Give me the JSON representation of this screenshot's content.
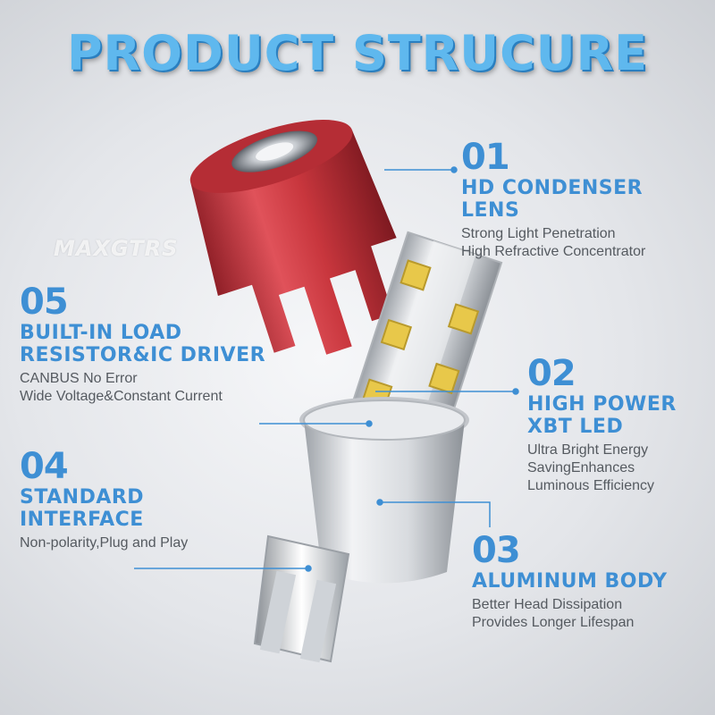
{
  "title": "PRODUCT STRUCURE",
  "watermark": "MAXGTRS",
  "features": [
    {
      "number": "01",
      "title": "HD CONDENSER\nLENS",
      "description": "Strong Light Penetration\nHigh Refractive Concentrator"
    },
    {
      "number": "02",
      "title": "HIGH POWER\nXBT LED",
      "description": "Ultra Bright Energy\nSavingEnhances\nLuminous Efficiency"
    },
    {
      "number": "03",
      "title": "ALUMINUM BODY",
      "description": "Better Head Dissipation\nProvides Longer Lifespan"
    },
    {
      "number": "04",
      "title": "STANDARD\nINTERFACE",
      "description": "Non-polarity,Plug and Play"
    },
    {
      "number": "05",
      "title": "BUILT-IN LOAD\nRESISTOR&IC DRIVER",
      "description": "CANBUS No Error\nWide Voltage&Constant Current"
    }
  ],
  "colors": {
    "accent": "#3e8fd4",
    "title": "#5fb8ee",
    "lens_cap": "#c8363d",
    "led_chip": "#e8c84a",
    "body": "#dfe1e4"
  }
}
